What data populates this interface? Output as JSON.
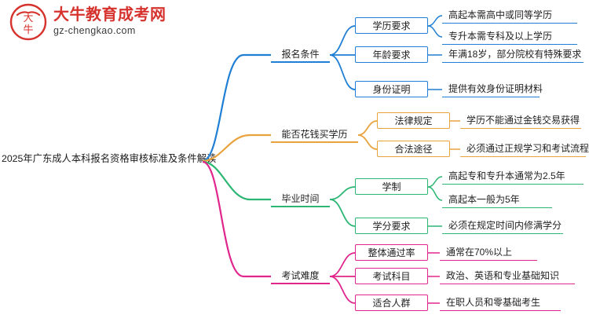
{
  "logo": {
    "mark_char": "大牛",
    "title": "大牛教育成考网",
    "subtitle": "gz-chengkao.com",
    "brand_color": "#d6332e"
  },
  "mindmap": {
    "root": "2025年广东成人本科报名资格审核标准及条件解读",
    "branches": [
      {
        "label": "报名条件",
        "color": "#1f7fd4",
        "children": [
          {
            "label": "学历要求",
            "leaves": [
              "高起本需高中或同等学历",
              "专升本需专科及以上学历"
            ]
          },
          {
            "label": "年龄要求",
            "leaves": [
              "年满18岁，部分院校有特殊要求"
            ]
          },
          {
            "label": "身份证明",
            "leaves": [
              "提供有效身份证明材料"
            ]
          }
        ]
      },
      {
        "label": "能否花钱买学历",
        "color": "#e8a33d",
        "children": [
          {
            "label": "法律规定",
            "leaves": [
              "学历不能通过金钱交易获得"
            ]
          },
          {
            "label": "合法途径",
            "leaves": [
              "必须通过正规学习和考试流程"
            ]
          }
        ]
      },
      {
        "label": "毕业时间",
        "color": "#2bb673",
        "children": [
          {
            "label": "学制",
            "leaves": [
              "高起专和专升本通常为2.5年",
              "高起本一般为5年"
            ]
          },
          {
            "label": "学分要求",
            "leaves": [
              "必须在规定时间内修满学分"
            ]
          }
        ]
      },
      {
        "label": "考试难度",
        "color": "#e0258c",
        "children": [
          {
            "label": "整体通过率",
            "leaves": [
              "通常在70%以上"
            ]
          },
          {
            "label": "考试科目",
            "leaves": [
              "政治、英语和专业基础知识"
            ]
          },
          {
            "label": "适合人群",
            "leaves": [
              "在职人员和零基础考生"
            ]
          }
        ]
      }
    ]
  }
}
